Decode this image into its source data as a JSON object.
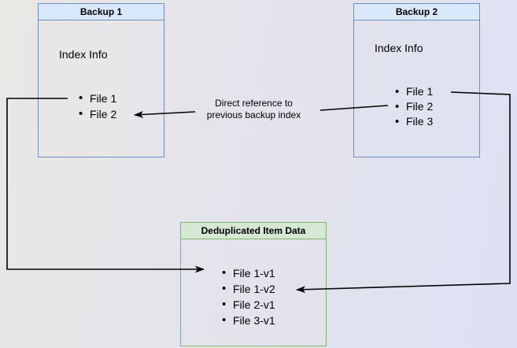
{
  "diagram": {
    "backup1": {
      "title": "Backup 1",
      "section_label": "Index Info",
      "files": [
        "File 1",
        "File 2"
      ],
      "header_fill": "#dae8fc",
      "border_color": "#6c8ebf"
    },
    "backup2": {
      "title": "Backup 2",
      "section_label": "Index Info",
      "files": [
        "File 1",
        "File 2",
        "File 3"
      ],
      "header_fill": "#dae8fc",
      "border_color": "#6c8ebf"
    },
    "dedup": {
      "title": "Deduplicated Item Data",
      "items": [
        "File 1-v1",
        "File 1-v2",
        "File 2-v1",
        "File 3-v1"
      ],
      "header_fill": "#d5e8d4",
      "border_color": "#82b366"
    },
    "edges": {
      "direct_reference": {
        "label_line1": "Direct reference to",
        "label_line2": "previous backup index"
      },
      "arrow_color": "#000000"
    },
    "background": {
      "gradient_from": "#eae8e5",
      "gradient_to": "#dee1f4"
    }
  }
}
